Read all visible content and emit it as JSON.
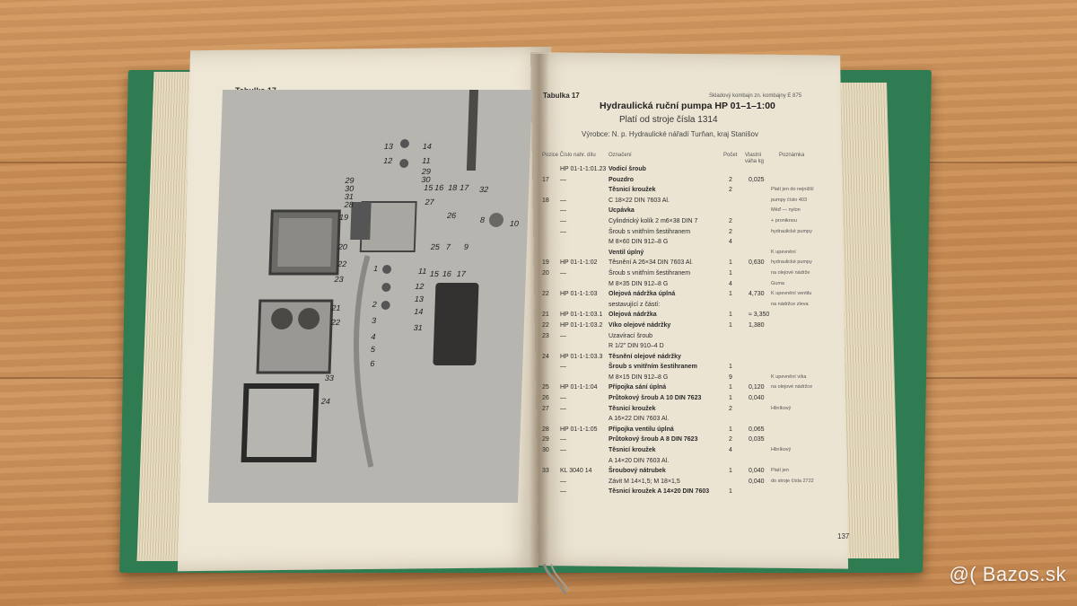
{
  "left_page": {
    "tab_label": "Tabulka 17",
    "photo_labels": [
      "13",
      "14",
      "12",
      "11",
      "29",
      "30",
      "29",
      "30",
      "28",
      "15",
      "16",
      "18",
      "17",
      "32",
      "27",
      "31",
      "19",
      "20",
      "26",
      "8",
      "10",
      "22",
      "25",
      "7",
      "9",
      "11",
      "15",
      "16",
      "17",
      "23",
      "1",
      "2",
      "3",
      "4",
      "5",
      "6",
      "12",
      "13",
      "14",
      "21",
      "31",
      "22",
      "33",
      "24"
    ]
  },
  "right_page": {
    "tab_label": "Tabulka 17",
    "top_note": "Skladový kombajn zn. kombajny E 875",
    "title": "Hydraulická ruční pumpa HP 01–1–1:00",
    "subtitle": "Platí od stroje čísla 1314",
    "maker": "Výrobce: N. p. Hydraulické nářadí Turňan, kraj Stanišov",
    "headers": {
      "col1": "Pozice Číslo nahr. dílu",
      "col2": "Označení",
      "col3": "Počet",
      "col4": "Vlastní váha kg",
      "col5": "Poznámka"
    },
    "rows": [
      {
        "n": "",
        "code": "HP 01-1-1:01.23",
        "name": "Vodicí šroub",
        "qty": "",
        "w": "",
        "note": "",
        "bold": true
      },
      {
        "n": "17",
        "code": "—",
        "name": "Pouzdro",
        "qty": "2",
        "w": "0,025",
        "note": "",
        "bold": true
      },
      {
        "n": "",
        "code": "",
        "name": "Těsnicí kroužek",
        "qty": "2",
        "w": "",
        "note": "Platí jen do nejnižší",
        "bold": true
      },
      {
        "n": "18",
        "code": "—",
        "name": "C 18×22 DIN 7603 Al.",
        "qty": "",
        "w": "",
        "note": "pumpy číslo 403",
        "bold": false
      },
      {
        "n": "",
        "code": "—",
        "name": "Ucpávka",
        "qty": "",
        "w": "",
        "note": "Měď — nylon",
        "bold": true
      },
      {
        "n": "",
        "code": "—",
        "name": "Cylindrický kolík 2 m6×38 DIN 7",
        "qty": "2",
        "w": "",
        "note": "+ proniknou",
        "bold": false
      },
      {
        "n": "",
        "code": "—",
        "name": "Šroub s vnitřním šestihranem",
        "qty": "2",
        "w": "",
        "note": "hydraulické pumpy",
        "bold": false
      },
      {
        "n": "",
        "code": "",
        "name": "M 8×60 DIN 912–8 G",
        "qty": "4",
        "w": "",
        "note": "",
        "bold": false
      },
      {
        "n": "",
        "code": "",
        "name": "Ventil úplný",
        "qty": "",
        "w": "",
        "note": "K upevnění",
        "bold": true
      },
      {
        "n": "19",
        "code": "HP 01-1-1:02",
        "name": "Těsnění A 26×34 DIN 7603 Al.",
        "qty": "1",
        "w": "0,630",
        "note": "hydraulické pumpy",
        "bold": false
      },
      {
        "n": "20",
        "code": "—",
        "name": "Šroub s vnitřním šestihranem",
        "qty": "1",
        "w": "",
        "note": "na olejové nádrže",
        "bold": false
      },
      {
        "n": "",
        "code": "",
        "name": "M 8×35 DIN 912–8 G",
        "qty": "4",
        "w": "",
        "note": "Guma",
        "bold": false
      },
      {
        "n": "22",
        "code": "HP 01-1-1:03",
        "name": "Olejová nádržka úplná",
        "qty": "1",
        "w": "4,730",
        "note": "K upevnění ventilu",
        "bold": true
      },
      {
        "n": "",
        "code": "",
        "name": "sestavující z částí:",
        "qty": "",
        "w": "",
        "note": "na nádržce zleva",
        "bold": false
      },
      {
        "n": "21",
        "code": "HP 01-1-1:03.1",
        "name": "Olejová nádržka",
        "qty": "1",
        "w": "≈ 3,350",
        "note": "",
        "bold": true
      },
      {
        "n": "22",
        "code": "HP 01-1-1:03.2",
        "name": "Víko olejové nádržky",
        "qty": "1",
        "w": "1,380",
        "note": "",
        "bold": true
      },
      {
        "n": "23",
        "code": "—",
        "name": "Uzavírací šroub",
        "qty": "",
        "w": "",
        "note": "",
        "bold": false
      },
      {
        "n": "",
        "code": "",
        "name": "R 1/2\" DIN 910–4 D",
        "qty": "",
        "w": "",
        "note": "",
        "bold": false
      },
      {
        "n": "24",
        "code": "HP 01-1-1:03.3",
        "name": "Těsnění olejové nádržky",
        "qty": "",
        "w": "",
        "note": "",
        "bold": true
      },
      {
        "n": "",
        "code": "—",
        "name": "Šroub s vnitřním šestihranem",
        "qty": "1",
        "w": "",
        "note": "",
        "bold": true
      },
      {
        "n": "",
        "code": "",
        "name": "M 8×15 DIN 912–8 G",
        "qty": "9",
        "w": "",
        "note": "K upevnění víka",
        "bold": false
      },
      {
        "n": "25",
        "code": "HP 01-1-1:04",
        "name": "Přípojka sání úplná",
        "qty": "1",
        "w": "0,120",
        "note": "na olejové nádržce",
        "bold": true
      },
      {
        "n": "26",
        "code": "—",
        "name": "Průtokový šroub A 10 DIN 7623",
        "qty": "1",
        "w": "0,040",
        "note": "",
        "bold": true
      },
      {
        "n": "27",
        "code": "—",
        "name": "Těsnicí kroužek",
        "qty": "2",
        "w": "",
        "note": "Hliníkový",
        "bold": true
      },
      {
        "n": "",
        "code": "",
        "name": "A 16×22 DIN 7603 Al.",
        "qty": "",
        "w": "",
        "note": "",
        "bold": false
      },
      {
        "n": "28",
        "code": "HP 01-1-1:05",
        "name": "Přípojka ventilu úplná",
        "qty": "1",
        "w": "0,065",
        "note": "",
        "bold": true
      },
      {
        "n": "29",
        "code": "—",
        "name": "Průtokový šroub A 8 DIN 7623",
        "qty": "2",
        "w": "0,035",
        "note": "",
        "bold": true
      },
      {
        "n": "30",
        "code": "—",
        "name": "Těsnicí kroužek",
        "qty": "4",
        "w": "",
        "note": "Hliníkový",
        "bold": true
      },
      {
        "n": "",
        "code": "",
        "name": "A 14×20 DIN 7603 Al.",
        "qty": "",
        "w": "",
        "note": "",
        "bold": false
      },
      {
        "n": "33",
        "code": "KL 3040 14",
        "name": "Šroubový nátrubek",
        "qty": "1",
        "w": "0,040",
        "note": "Platí jen",
        "bold": true
      },
      {
        "n": "",
        "code": "—",
        "name": "Závit M 14×1,5; M 18×1,5",
        "qty": "",
        "w": "0,040",
        "note": "do stroje čísla 2722",
        "bold": false
      },
      {
        "n": "",
        "code": "—",
        "name": "Těsnicí kroužek A 14×20 DIN 7603",
        "qty": "1",
        "w": "",
        "note": "",
        "bold": true
      }
    ],
    "page_number": "137"
  },
  "watermark": "@( Bazos.sk"
}
